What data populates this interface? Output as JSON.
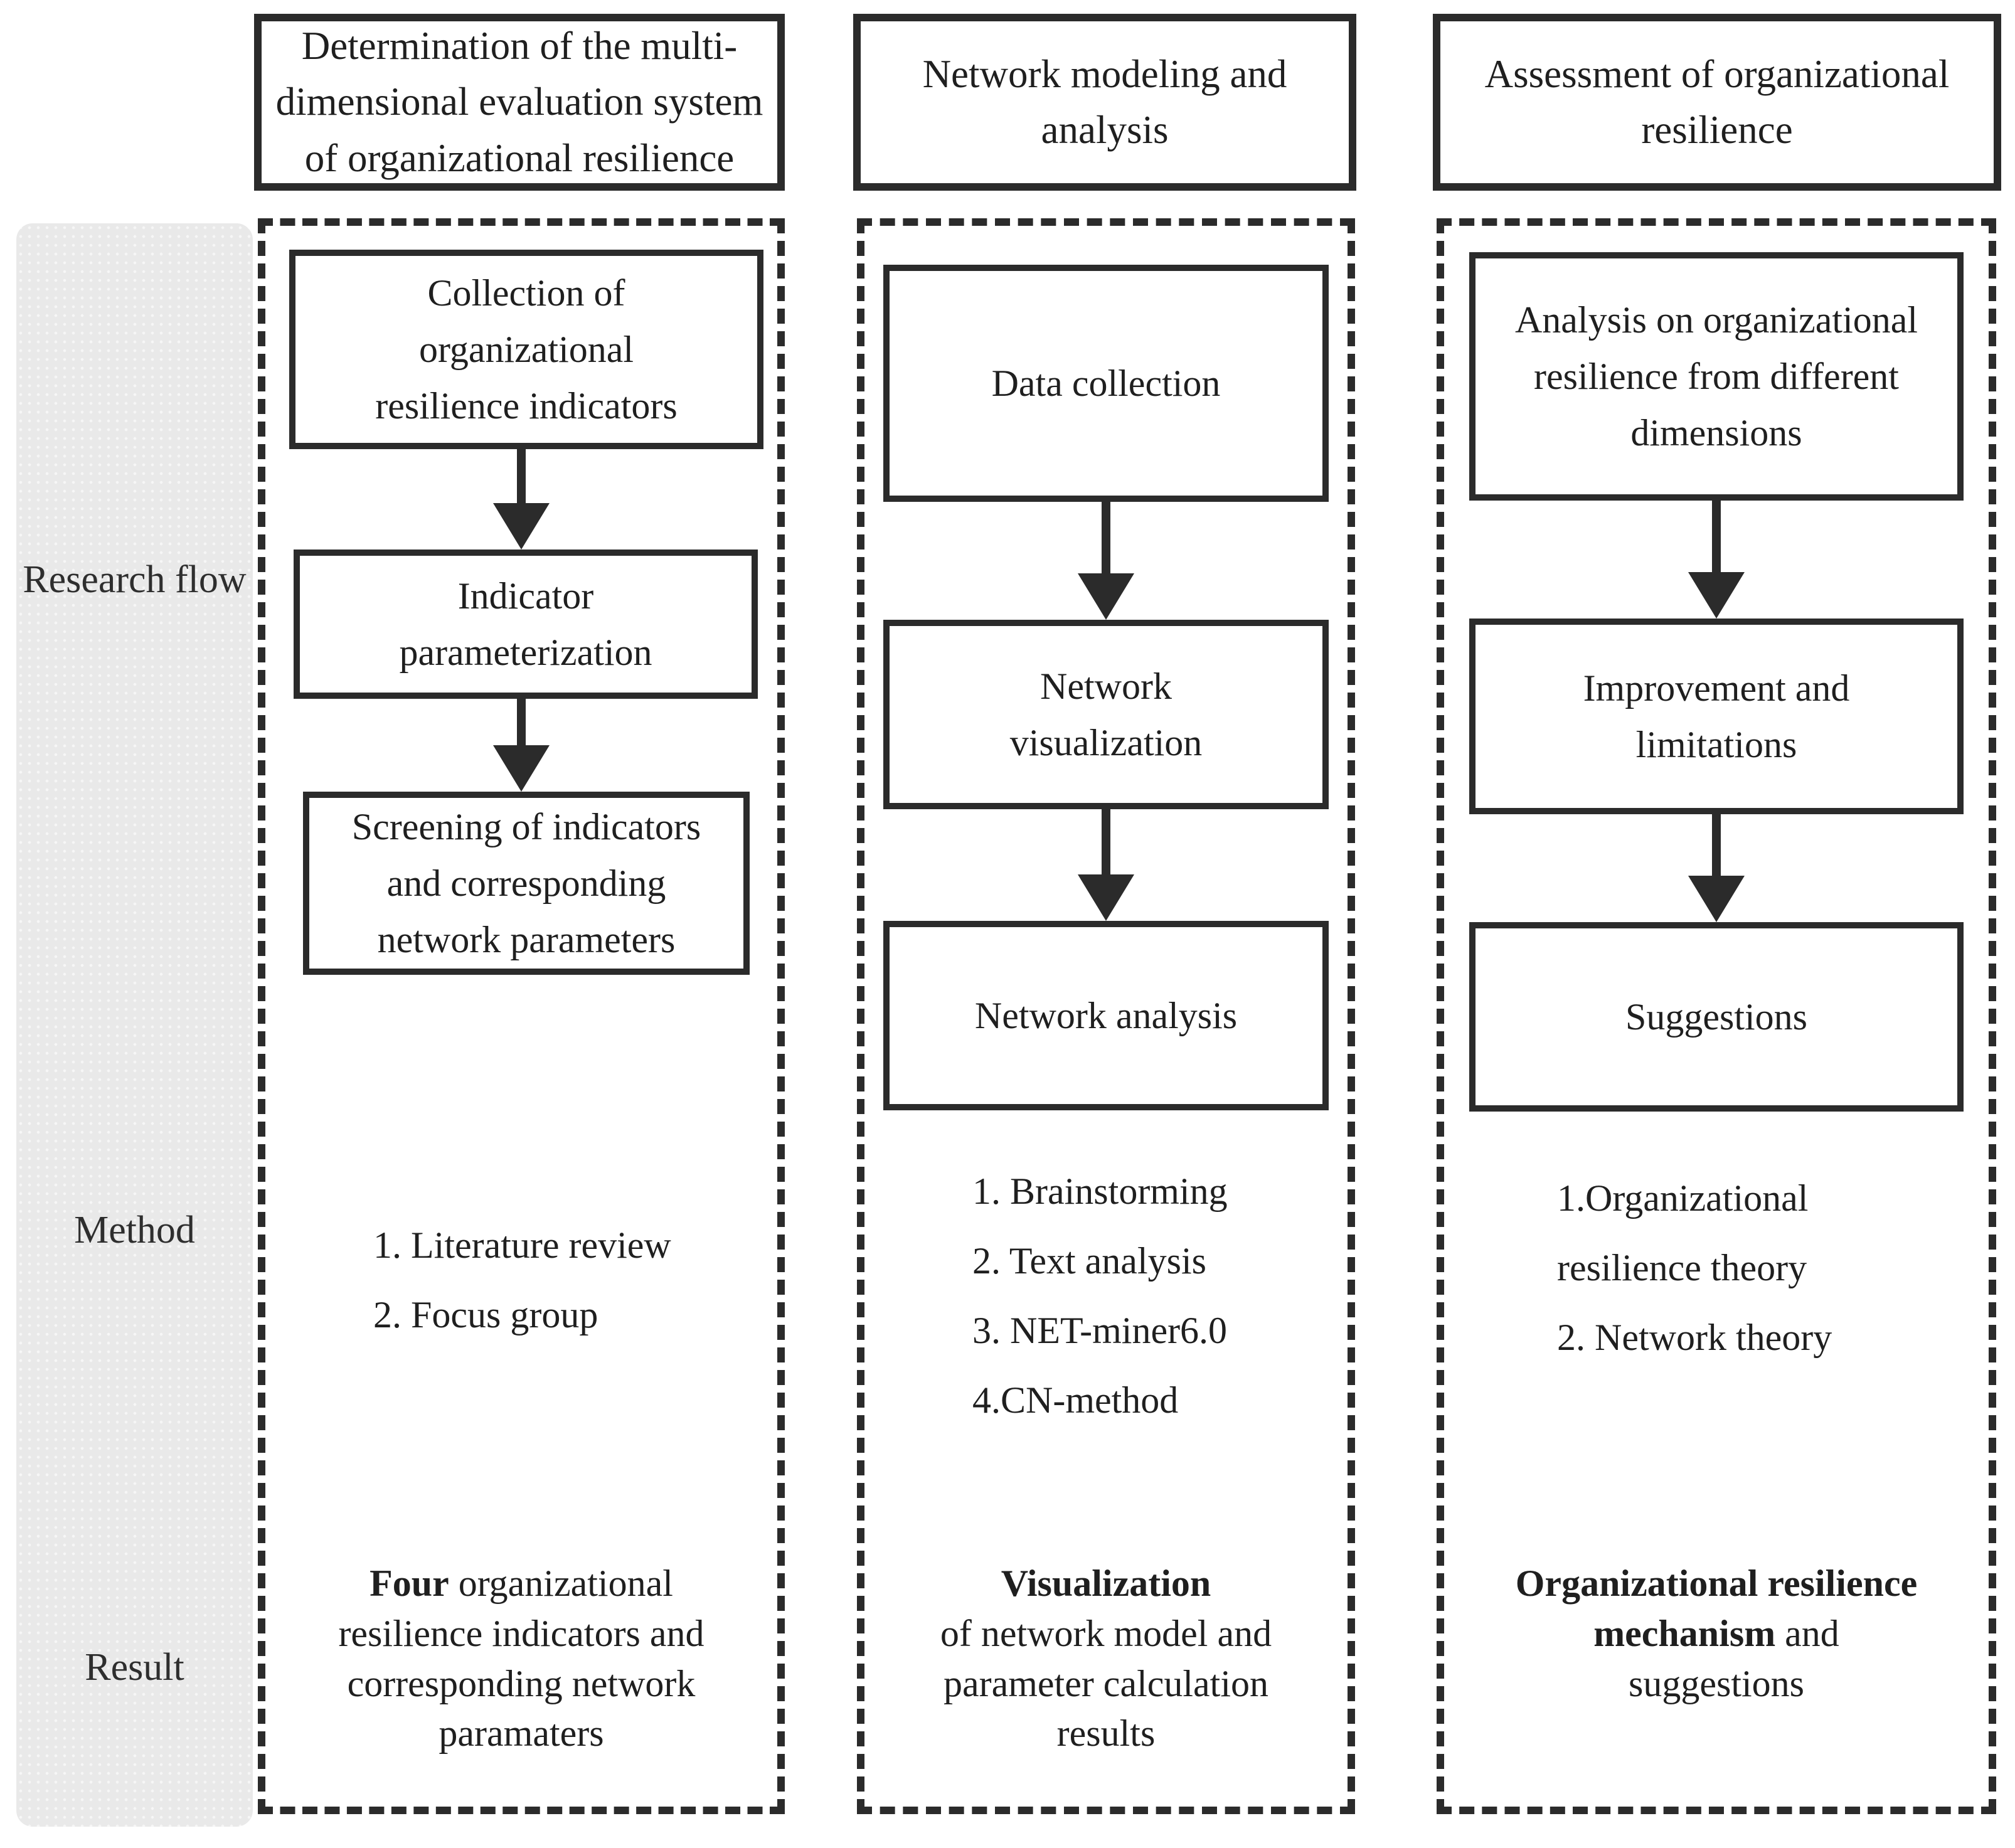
{
  "colors": {
    "line": "#2b2b2b",
    "text": "#1f1f1f",
    "sidebar_bg": "#e9e9e9"
  },
  "sidebar": {
    "labels": [
      "Research flow",
      "Method",
      "Result"
    ]
  },
  "columns": [
    {
      "header_lines": [
        "Determination of the multi-",
        "dimensional evaluation system",
        "of organizational resilience"
      ],
      "flow_boxes": [
        {
          "lines": [
            "Collection of",
            "organizational",
            "resilience indicators"
          ]
        },
        {
          "lines": [
            "Indicator",
            "parameterization"
          ]
        },
        {
          "lines": [
            "Screening of indicators",
            "and corresponding",
            "network parameters"
          ]
        }
      ],
      "method_items": [
        "1. Literature review",
        "2. Focus group"
      ],
      "result_lines": [
        {
          "b": "Four",
          "t": " organizational"
        },
        {
          "t": "resilience indicators and"
        },
        {
          "t": "corresponding network"
        },
        {
          "t": "paramaters"
        }
      ]
    },
    {
      "header_lines": [
        "Network modeling and",
        "analysis"
      ],
      "flow_boxes": [
        {
          "lines": [
            "Data collection"
          ]
        },
        {
          "lines": [
            "Network",
            "visualization"
          ]
        },
        {
          "lines": [
            "Network analysis"
          ]
        }
      ],
      "method_items": [
        "1. Brainstorming",
        "2. Text analysis",
        "3. NET-miner6.0",
        "4.CN-method"
      ],
      "result_lines": [
        {
          "b": "Visualization"
        },
        {
          "t": "of network model and"
        },
        {
          "t": "parameter calculation"
        },
        {
          "t": "results"
        }
      ]
    },
    {
      "header_lines": [
        "Assessment of organizational",
        "resilience"
      ],
      "flow_boxes": [
        {
          "lines": [
            "Analysis on organizational",
            "resilience from different",
            "dimensions"
          ]
        },
        {
          "lines": [
            "Improvement and",
            "limitations"
          ]
        },
        {
          "lines": [
            "Suggestions"
          ]
        }
      ],
      "method_items": [
        "1.Organizational resilience theory",
        "2. Network theory"
      ],
      "result_lines": [
        {
          "b": "Organizational resilience"
        },
        {
          "b": "mechanism",
          "t": " and"
        },
        {
          "t": "suggestions"
        }
      ]
    }
  ]
}
